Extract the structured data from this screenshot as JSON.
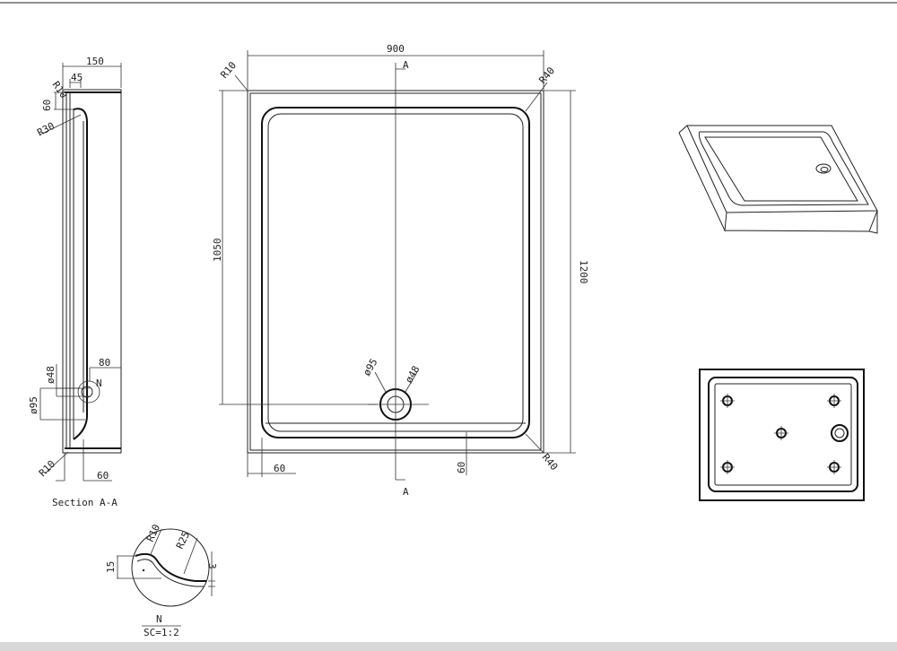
{
  "plan": {
    "width_dim": "900",
    "length_dim": "1200",
    "inner_length_dim": "1050",
    "corner_radius_outer": "R10",
    "corner_radius_inner_top": "R40",
    "corner_radius_inner_bottom": "R40",
    "rim_bottom_dim": "60",
    "rim_side_dim": "60",
    "drain_outer": "ø95",
    "drain_inner": "ø48",
    "section_marker_top": "A",
    "section_marker_bottom": "A"
  },
  "section": {
    "title": "Section A-A",
    "depth_dim": "150",
    "rim_dim": "45",
    "top_radius": "R10",
    "rim_height_dim": "60",
    "inner_radius": "R30",
    "drain_inner": "ø48",
    "drain_outer": "ø95",
    "drain_offset_dim": "80",
    "detail_marker": "N",
    "bottom_radius": "R10",
    "bottom_dim": "60"
  },
  "detail": {
    "radius_a": "R10",
    "radius_b": "R25",
    "height_dim": "15",
    "thickness_dim": "3",
    "name": "N",
    "scale": "SC=1:2"
  }
}
